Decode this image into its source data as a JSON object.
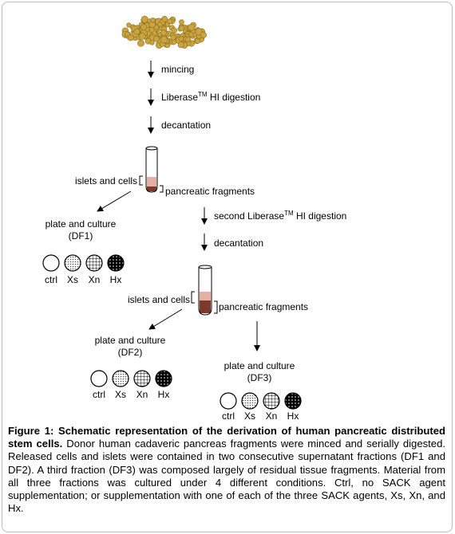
{
  "steps": {
    "mincing": "mincing",
    "digestion1_prefix": "Liberase",
    "tm": "TM",
    "digestion1_suffix": " HI digestion",
    "decantation1": "decantation",
    "digestion2_prefix": "second Liberase",
    "digestion2_suffix": " HI digestion",
    "decantation2": "decantation"
  },
  "tube1": {
    "left_label": "islets and cells",
    "right_label": "pancreatic fragments"
  },
  "tube2": {
    "left_label": "islets and cells",
    "right_label": "pancreatic fragments"
  },
  "cultures": [
    {
      "line1": "plate and culture",
      "line2": "(DF1)"
    },
    {
      "line1": "plate and culture",
      "line2": "(DF2)"
    },
    {
      "line1": "plate and culture",
      "line2": "(DF3)"
    }
  ],
  "conditions": [
    "ctrl",
    "Xs",
    "Xn",
    "Hx"
  ],
  "caption": {
    "title": "Figure 1: Schematic representation of the derivation of human pancreatic distributed stem cells.",
    "body": " Donor human cadaveric pancreas fragments were minced and serially digested. Released cells and islets were contained in two consecutive supernatant fractions (DF1 and DF2). A third fraction (DF3) was composed largely of residual tissue fragments. Material from all three fractions was cultured under 4 different conditions. Ctrl, no SACK agent supplementation; or supplementation with one of each of the three SACK agents, Xs, Xn, and Hx."
  },
  "colors": {
    "pancreas": "#c9a441",
    "pancreas_dark": "#8c6d1c",
    "tube_fill": "#e3b1a6",
    "fragments": "#7b3a2c"
  }
}
